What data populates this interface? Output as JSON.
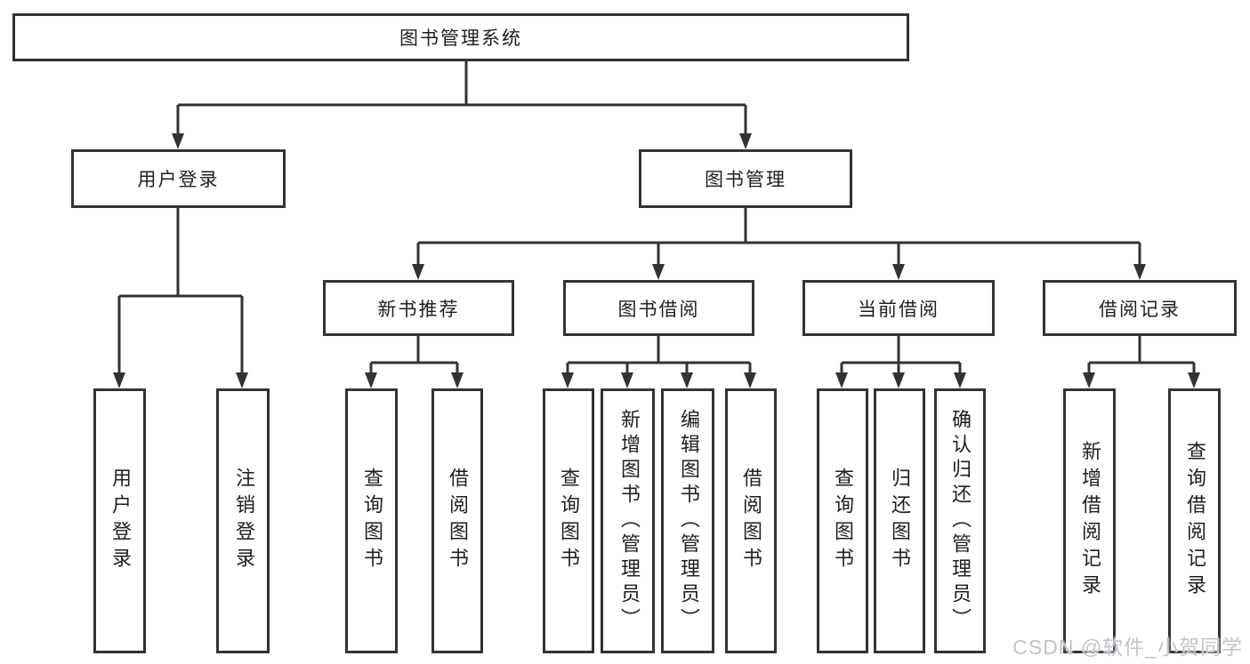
{
  "colors": {
    "line": "#333333",
    "text": "#1f1f1f",
    "background": "#ffffff",
    "watermark": "#c0c4ca"
  },
  "watermark": {
    "text": "CSDN @软件_小贺同学"
  },
  "tree": {
    "root": {
      "label": "图书管理系统",
      "children": [
        {
          "label": "用户登录",
          "children": [
            {
              "label": "用户登录"
            },
            {
              "label": "注销登录"
            }
          ]
        },
        {
          "label": "图书管理",
          "children": [
            {
              "label": "新书推荐",
              "children": [
                {
                  "label": "查询图书"
                },
                {
                  "label": "借阅图书"
                }
              ]
            },
            {
              "label": "图书借阅",
              "children": [
                {
                  "label": "查询图书"
                },
                {
                  "label": "新增图书（管理员）"
                },
                {
                  "label": "编辑图书（管理员）"
                },
                {
                  "label": "借阅图书"
                }
              ]
            },
            {
              "label": "当前借阅",
              "children": [
                {
                  "label": "查询图书"
                },
                {
                  "label": "归还图书"
                },
                {
                  "label": "确认归还（管理员）"
                }
              ]
            },
            {
              "label": "借阅记录",
              "children": [
                {
                  "label": "新增借阅记录"
                },
                {
                  "label": "查询借阅记录"
                }
              ]
            }
          ]
        }
      ]
    }
  }
}
